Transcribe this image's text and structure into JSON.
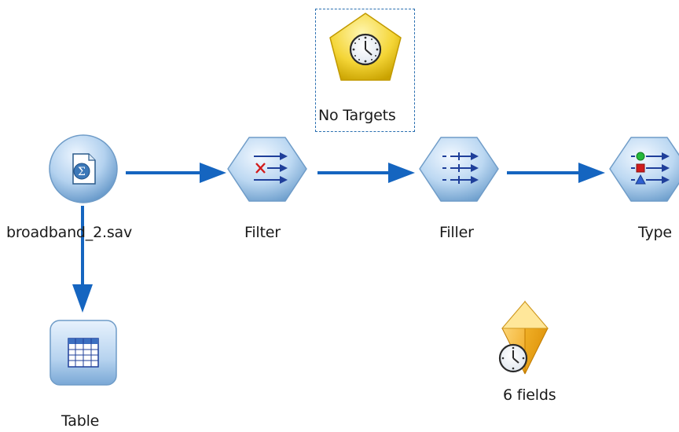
{
  "canvas": {
    "background": "#ffffff",
    "link_color": "#1565c0"
  },
  "nodes": [
    {
      "id": "source",
      "label": "broadband_2.sav",
      "icon": "statistics-file-icon"
    },
    {
      "id": "filter",
      "label": "Filter",
      "icon": "filter-icon"
    },
    {
      "id": "filler",
      "label": "Filler",
      "icon": "filler-icon"
    },
    {
      "id": "type",
      "label": "Type",
      "icon": "type-icon"
    },
    {
      "id": "table",
      "label": "Table",
      "icon": "table-icon"
    },
    {
      "id": "time-series",
      "label": "No Targets",
      "icon": "time-series-clock-icon",
      "selected": true
    },
    {
      "id": "model-nugget",
      "label": "6 fields",
      "icon": "model-nugget-clock-icon"
    }
  ],
  "links": [
    {
      "from": "broadband_2.sav",
      "to": "Filter"
    },
    {
      "from": "Filter",
      "to": "Filler"
    },
    {
      "from": "Filler",
      "to": "Type"
    },
    {
      "from": "broadband_2.sav",
      "to": "Table"
    }
  ]
}
